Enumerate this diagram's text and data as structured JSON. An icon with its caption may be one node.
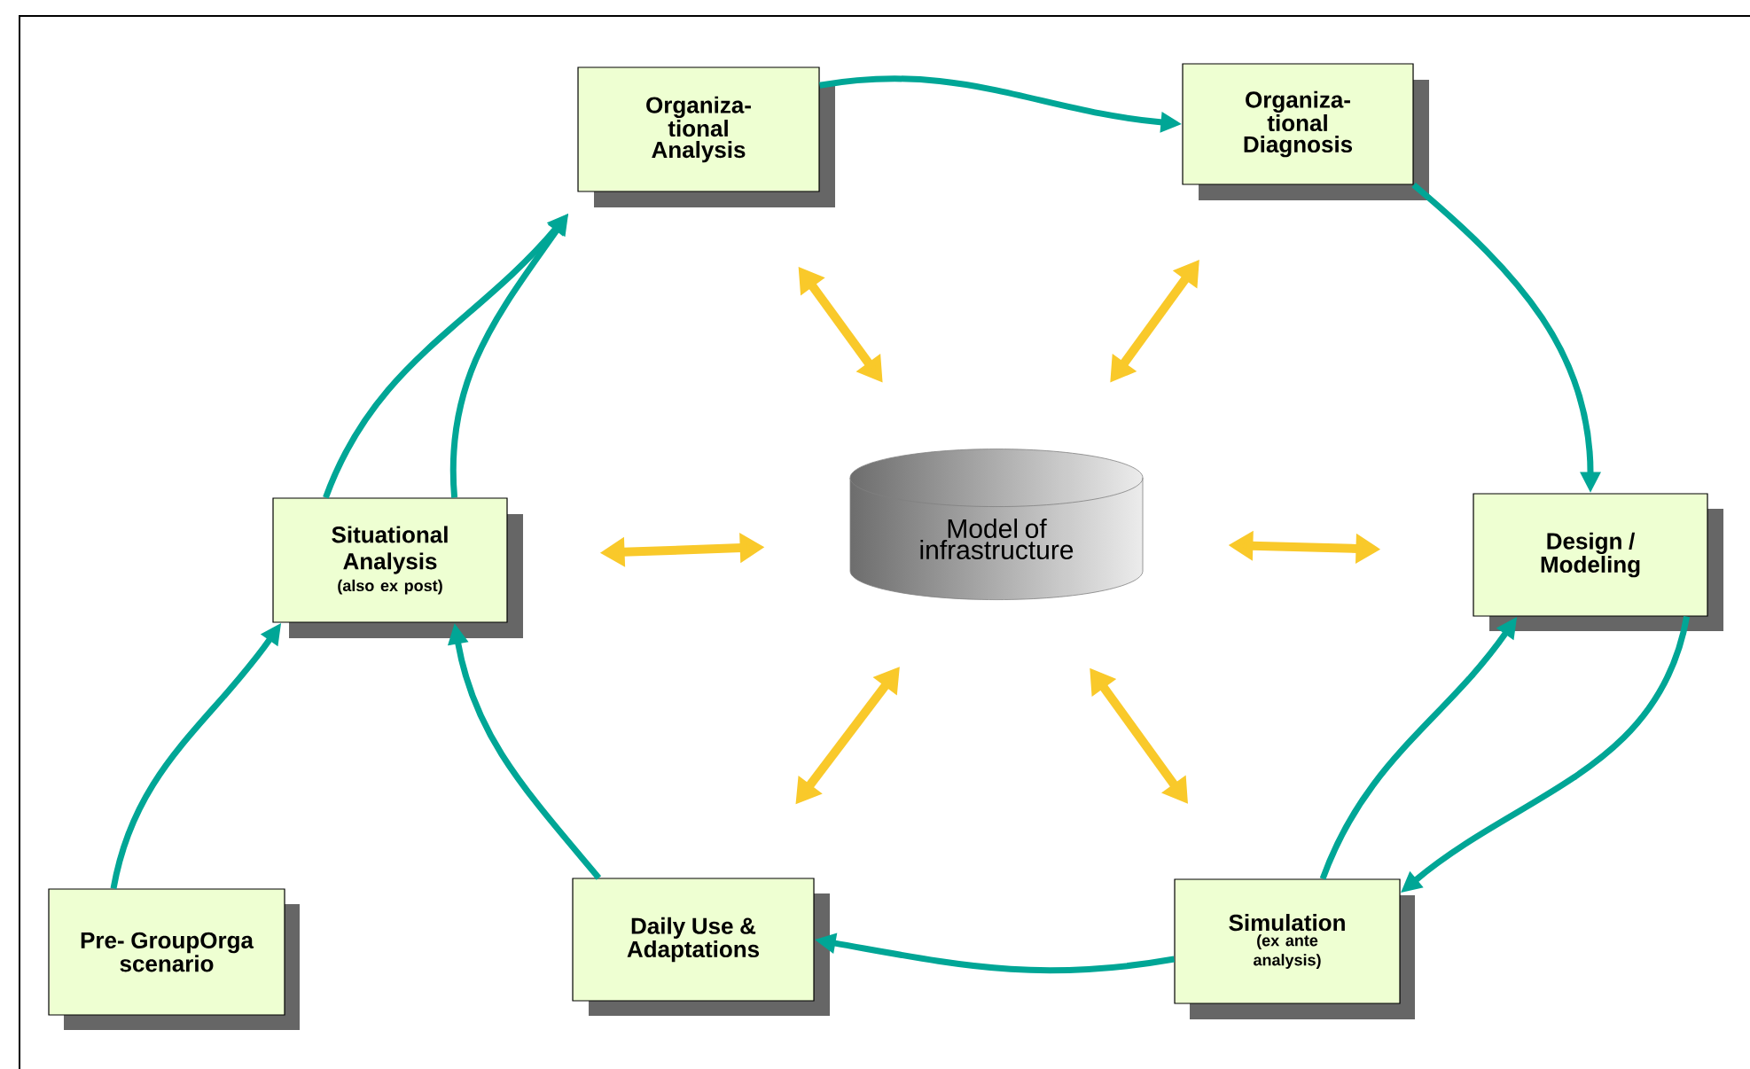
{
  "diagram": {
    "nodes": [
      {
        "text": [
          "Organiza- tional Analysis"
        ]
      },
      {
        "text": [
          "Organiza- tional Diagnosis"
        ]
      },
      {
        "text": [
          "Design / Modeling"
        ]
      },
      {
        "text": [
          "Simulation",
          "(ex ante analysis)"
        ]
      },
      {
        "text": [
          "Daily Use & Adaptations"
        ]
      },
      {
        "text": [
          "Situational Analysis",
          "(also ex post)"
        ]
      },
      {
        "text": [
          "Pre- GroupOrga scenario"
        ]
      },
      {
        "text": [
          "Model of infrastructure"
        ]
      }
    ],
    "edges": [
      {
        "from": 0,
        "to": 1,
        "arrow": "to"
      },
      {
        "from": 1,
        "to": 2,
        "arrow": "to"
      },
      {
        "from": 2,
        "to": 3,
        "arrow": "to"
      },
      {
        "from": 3,
        "to": 2,
        "arrow": "to"
      },
      {
        "from": 3,
        "to": 4,
        "arrow": "to"
      },
      {
        "from": 4,
        "to": 5,
        "arrow": "to"
      },
      {
        "from": 6,
        "to": 5,
        "arrow": "to"
      },
      {
        "from": 5,
        "to": 0,
        "arrow": "to"
      },
      {
        "from": 5,
        "to": 0,
        "arrow": "to"
      },
      {
        "from": 7,
        "to": 0,
        "arrow": "both",
        "color": "#f9c92a"
      },
      {
        "from": 7,
        "to": 1,
        "arrow": "both",
        "color": "#f9c92a"
      },
      {
        "from": 7,
        "to": 2,
        "arrow": "both",
        "color": "#f9c92a"
      },
      {
        "from": 7,
        "to": 3,
        "arrow": "both",
        "color": "#f9c92a"
      },
      {
        "from": 7,
        "to": 4,
        "arrow": "both",
        "color": "#f9c92a"
      },
      {
        "from": 7,
        "to": 5,
        "arrow": "both",
        "color": "#f9c92a"
      }
    ]
  }
}
